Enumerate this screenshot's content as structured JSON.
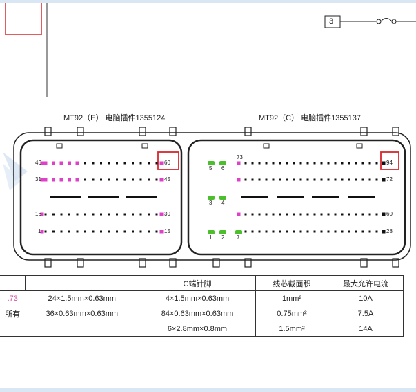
{
  "box_number": "3",
  "connector_e": {
    "title": "MT92（E） 电脑插件1355124",
    "row_labels": [
      "46",
      "60",
      "31",
      "45",
      "16",
      "30",
      "1",
      "15"
    ]
  },
  "connector_c": {
    "title": "MT92（C） 电脑插件1355137",
    "pin_labels": [
      "73",
      "94",
      "72",
      "5",
      "6",
      "3",
      "4",
      "60",
      "1",
      "2",
      "7",
      "28"
    ]
  },
  "table": {
    "headers": [
      "",
      "",
      "C端针脚",
      "线芯截面积",
      "最大允许电流"
    ],
    "rows": [
      [
        ".73",
        "24×1.5mm×0.63mm",
        "4×1.5mm×0.63mm",
        "1mm²",
        "10A"
      ],
      [
        "所有",
        "36×0.63mm×0.63mm",
        "84×0.63mm×0.63mm",
        "0.75mm²",
        "7.5A"
      ],
      [
        "",
        "",
        "6×2.8mm×0.8mm",
        "1.5mm²",
        "14A"
      ]
    ]
  },
  "colors": {
    "pin_magenta": "#e040c8",
    "pin_green": "#4cc02c",
    "highlight_red": "#d8262c",
    "accent_blue": "#d9e6f4"
  }
}
